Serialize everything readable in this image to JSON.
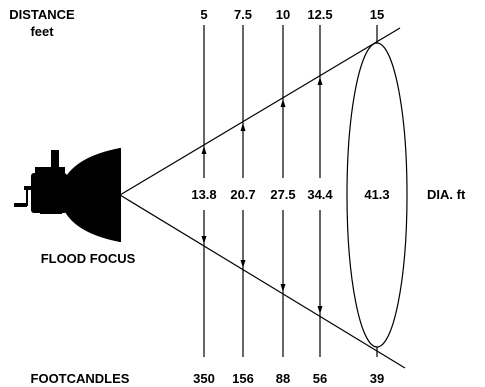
{
  "labels": {
    "distance_title": "DISTANCE",
    "distance_unit": "feet",
    "mode": "FLOOD FOCUS",
    "footcandles_title": "FOOTCANDLES",
    "diameter_unit": "DIA. ft"
  },
  "distances": [
    "5",
    "7.5",
    "10",
    "12.5",
    "15"
  ],
  "diameters": [
    "13.8",
    "20.7",
    "27.5",
    "34.4",
    "41.3"
  ],
  "footcandles": [
    "350",
    "156",
    "88",
    "56",
    "39"
  ],
  "icons": {
    "light": "flood-light-icon"
  },
  "colors": {
    "ink": "#000000",
    "background": "#ffffff"
  }
}
